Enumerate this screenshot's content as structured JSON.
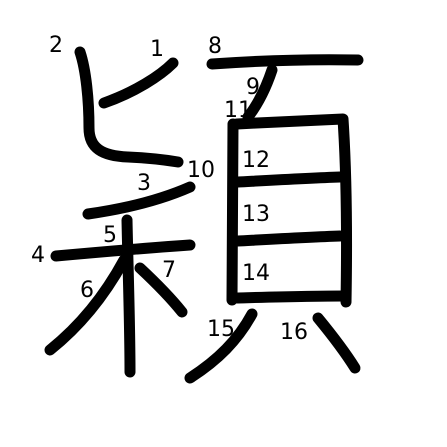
{
  "character": {
    "stroke_count": 16,
    "stroke_color": "#000000",
    "background": "#ffffff",
    "stroke_numbers": [
      "1",
      "2",
      "3",
      "4",
      "5",
      "6",
      "7",
      "8",
      "9",
      "10",
      "11",
      "12",
      "13",
      "14",
      "15",
      "16"
    ]
  }
}
